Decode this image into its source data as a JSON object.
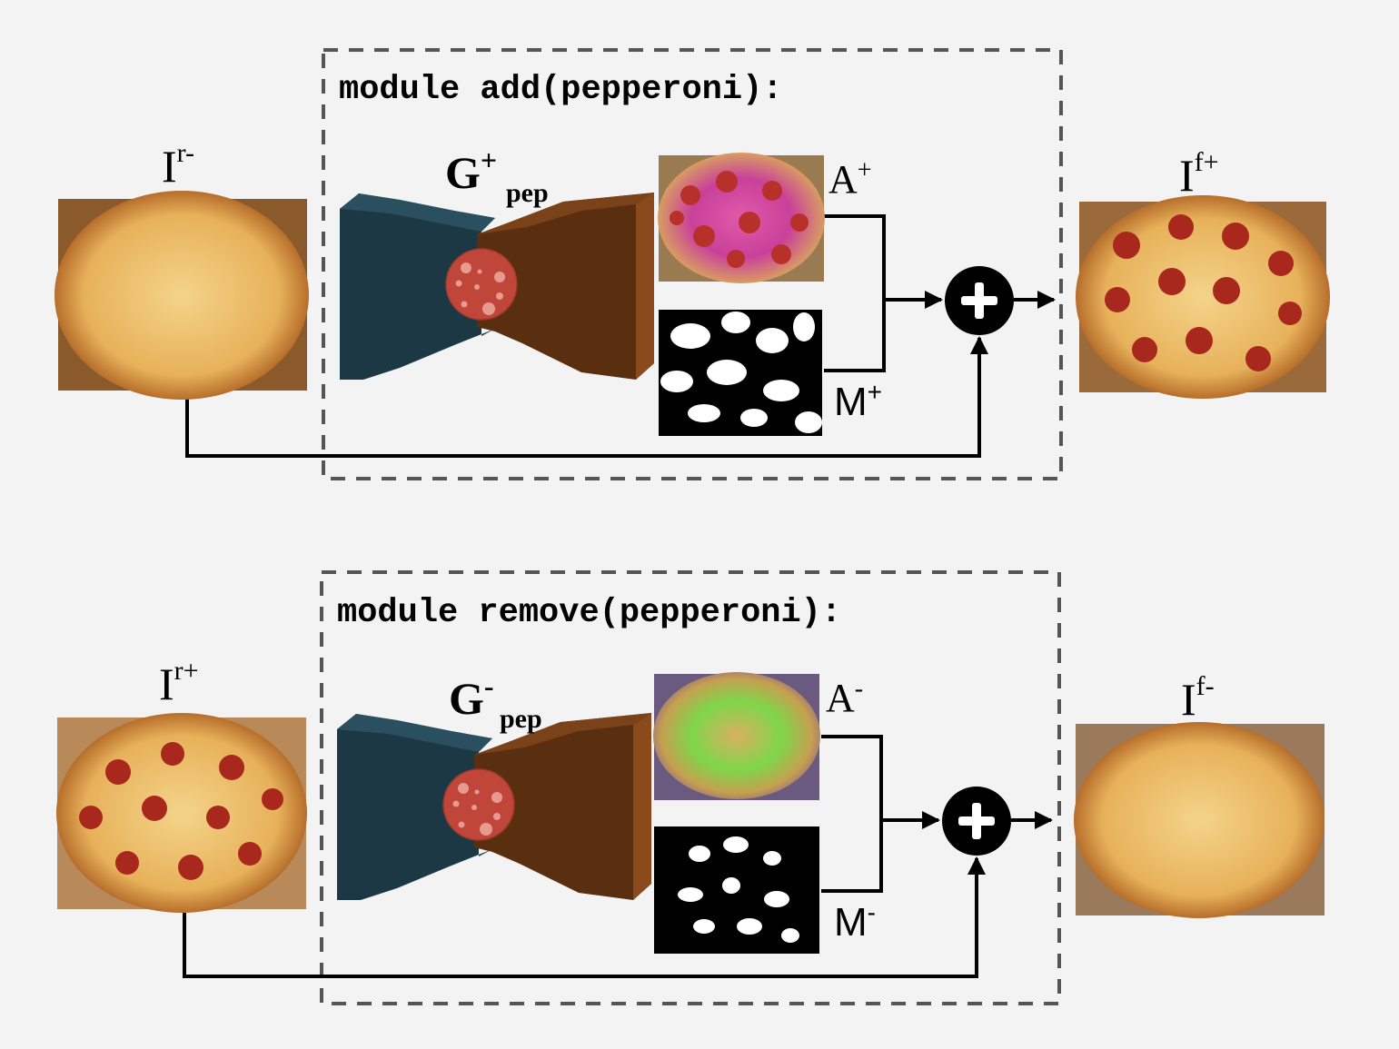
{
  "modules": [
    {
      "title": "module add(pepperoni):",
      "input": {
        "base": "I",
        "sup": "r-"
      },
      "generator": {
        "base": "G",
        "sup": "+",
        "sub": "pep"
      },
      "attention": {
        "base": "A",
        "sup": "+"
      },
      "mask": {
        "base": "M",
        "sup": "+"
      },
      "output": {
        "base": "I",
        "sup": "f+"
      }
    },
    {
      "title": "module remove(pepperoni):",
      "input": {
        "base": "I",
        "sup": "r+"
      },
      "generator": {
        "base": "G",
        "sup": "-",
        "sub": "pep"
      },
      "attention": {
        "base": "A",
        "sup": "-"
      },
      "mask": {
        "base": "M",
        "sup": "-"
      },
      "output": {
        "base": "I",
        "sup": "f-"
      }
    }
  ],
  "colors": {
    "encoder": "#1c3844",
    "decoder": "#5a2f10",
    "pepperoni": "#c0463a",
    "crust": "#c98a3c",
    "cheese": "#eec170"
  }
}
